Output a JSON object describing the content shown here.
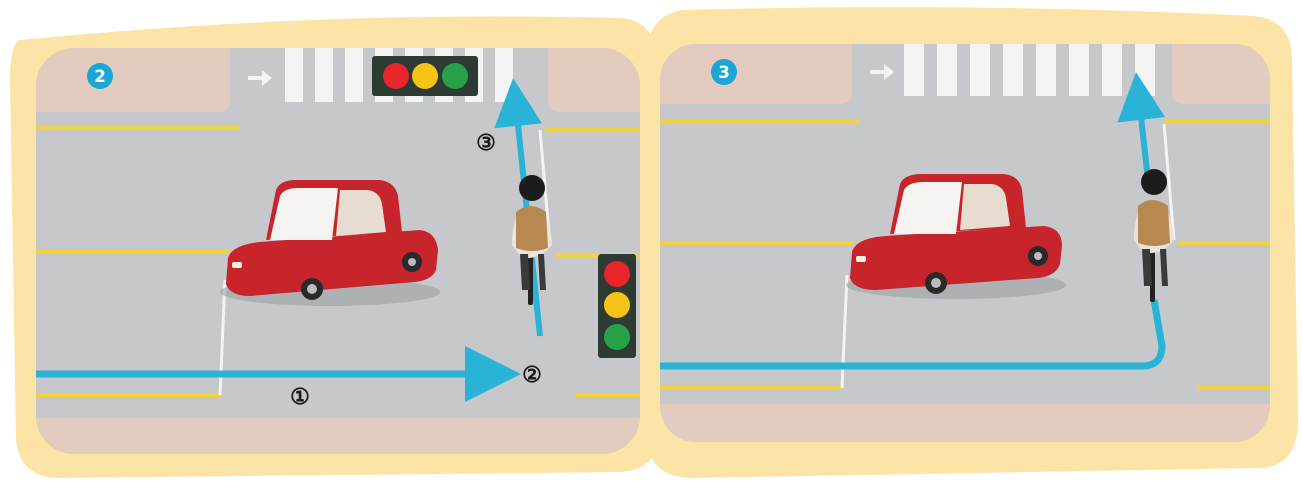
{
  "panels": [
    {
      "badge": "2",
      "path_labels": [
        "①",
        "②",
        "③"
      ]
    },
    {
      "badge": "3"
    }
  ],
  "colors": {
    "frame": "#fbe4a6",
    "road": "#c6c8cb",
    "sidewalk": "#e3cbc0",
    "lane_line": "#f2d43a",
    "path": "#29b3d6",
    "badge": "#1aa6d6",
    "car_body": "#c8242b",
    "light_red": "#e8262b",
    "light_yellow": "#f6c418",
    "light_green": "#27a148"
  },
  "icons": [
    "traffic-light-icon",
    "car-icon",
    "cyclist-icon",
    "arrow-icon"
  ]
}
